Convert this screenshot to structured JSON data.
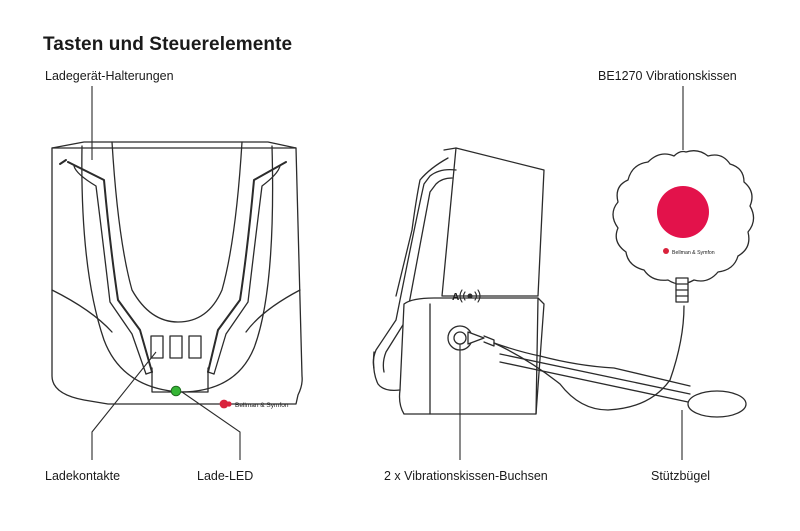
{
  "heading": "Tasten und Steuerelemente",
  "labels": {
    "charger_holders": "Ladegerät-Halterungen",
    "charge_contacts": "Ladekontakte",
    "charge_led": "Lade-LED",
    "pillow_model": "BE1270 Vibrationskissen",
    "pillow_sockets": "2 x Vibrationskissen-Buchsen",
    "support_bracket": "Stützbügel"
  },
  "brand": {
    "base_logo_text": "Bellman & Symfon",
    "pillow_logo_text": "Bellman & Symfon",
    "socket_label": "A"
  },
  "colors": {
    "line": "#2b2b2b",
    "pillow_button": "#e3124b",
    "led": "#35b535",
    "logo_red": "#d9223c"
  },
  "icons": {
    "socket_symbol": "vibration-waves-icon"
  }
}
